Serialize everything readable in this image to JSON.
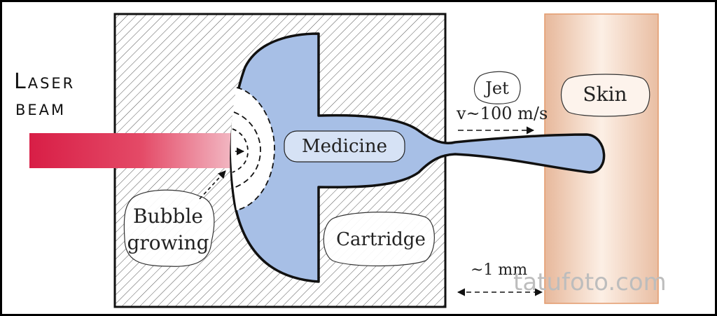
{
  "diagram": {
    "laser_line1": "Laser",
    "laser_line2": "beam",
    "bubble_line1": "Bubble",
    "bubble_line2": "growing",
    "medicine": "Medicine",
    "cartridge": "Cartridge",
    "jet": "Jet",
    "velocity": "v~100 m/s",
    "skin": "Skin",
    "distance": "~1 mm",
    "watermark": "tatufoto.com"
  },
  "colors": {
    "medicine_fill": "#a7bfe6",
    "laser_start": "#d81e46",
    "laser_end": "#f2b3bf",
    "skin_edge": "#e8b89a",
    "skin_center": "#fbeee3",
    "outline": "#111111"
  }
}
